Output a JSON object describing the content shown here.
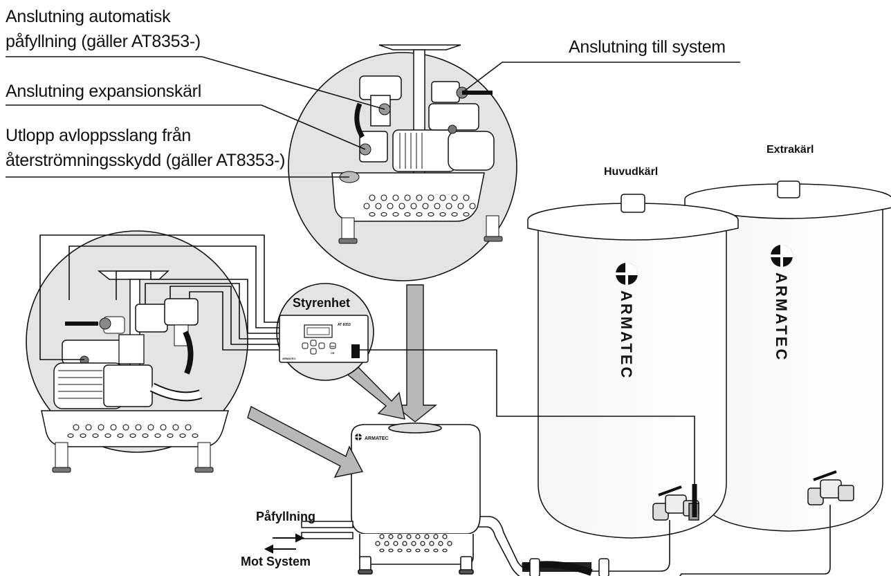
{
  "callouts": {
    "auto_fill_line1": "Anslutning automatisk",
    "auto_fill_line2": "påfyllning (gäller AT8353-)",
    "expansion": "Anslutning expansionskärl",
    "drain_line1": "Utlopp avloppsslang från",
    "drain_line2": "återströmningsskydd (gäller AT8353-)",
    "system": "Anslutning till system"
  },
  "labels": {
    "main_vessel": "Huvudkärl",
    "extra_vessel": "Extrakärl",
    "control_unit": "Styrenhet",
    "filling": "Påfyllning",
    "to_system": "Mot System"
  },
  "control_panel": {
    "model": "AT 8353",
    "brand": "ARMATEC",
    "ce": "CE",
    "esc": "ESC"
  },
  "unit_brand": "ARMATEC",
  "vessel_brand": "ARMATEC",
  "colors": {
    "line": "#111111",
    "arrow_fill": "#b8b8b8",
    "circle_fill": "#e4e4e4"
  }
}
